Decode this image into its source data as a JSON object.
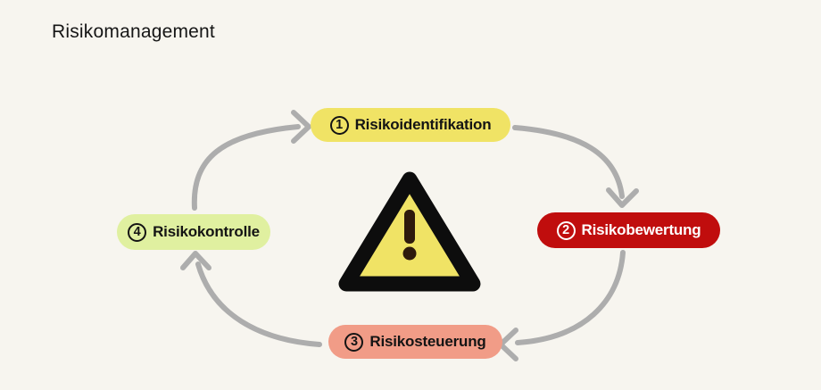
{
  "page": {
    "title": "Risikomanagement",
    "background_color": "#F7F5EF"
  },
  "diagram": {
    "type": "cycle",
    "direction": "clockwise",
    "arrow_color": "#ADADAD",
    "steps": [
      {
        "number": "1",
        "label": "Risikoidentifikation",
        "position": "top",
        "bg_color": "#F0E365",
        "text_color": "#141414"
      },
      {
        "number": "2",
        "label": "Risikobewertung",
        "position": "right",
        "bg_color": "#C00D0D",
        "text_color": "#FFFFFF"
      },
      {
        "number": "3",
        "label": "Risikosteuerung",
        "position": "bottom",
        "bg_color": "#F19C87",
        "text_color": "#141414"
      },
      {
        "number": "4",
        "label": "Risikokontrolle",
        "position": "left",
        "bg_color": "#E0F0A0",
        "text_color": "#141414"
      }
    ],
    "center_icon": {
      "name": "warning-triangle",
      "fill_color": "#F0E365",
      "border_color": "#0D0D0D",
      "exclamation_color": "#2E1A0C"
    }
  }
}
